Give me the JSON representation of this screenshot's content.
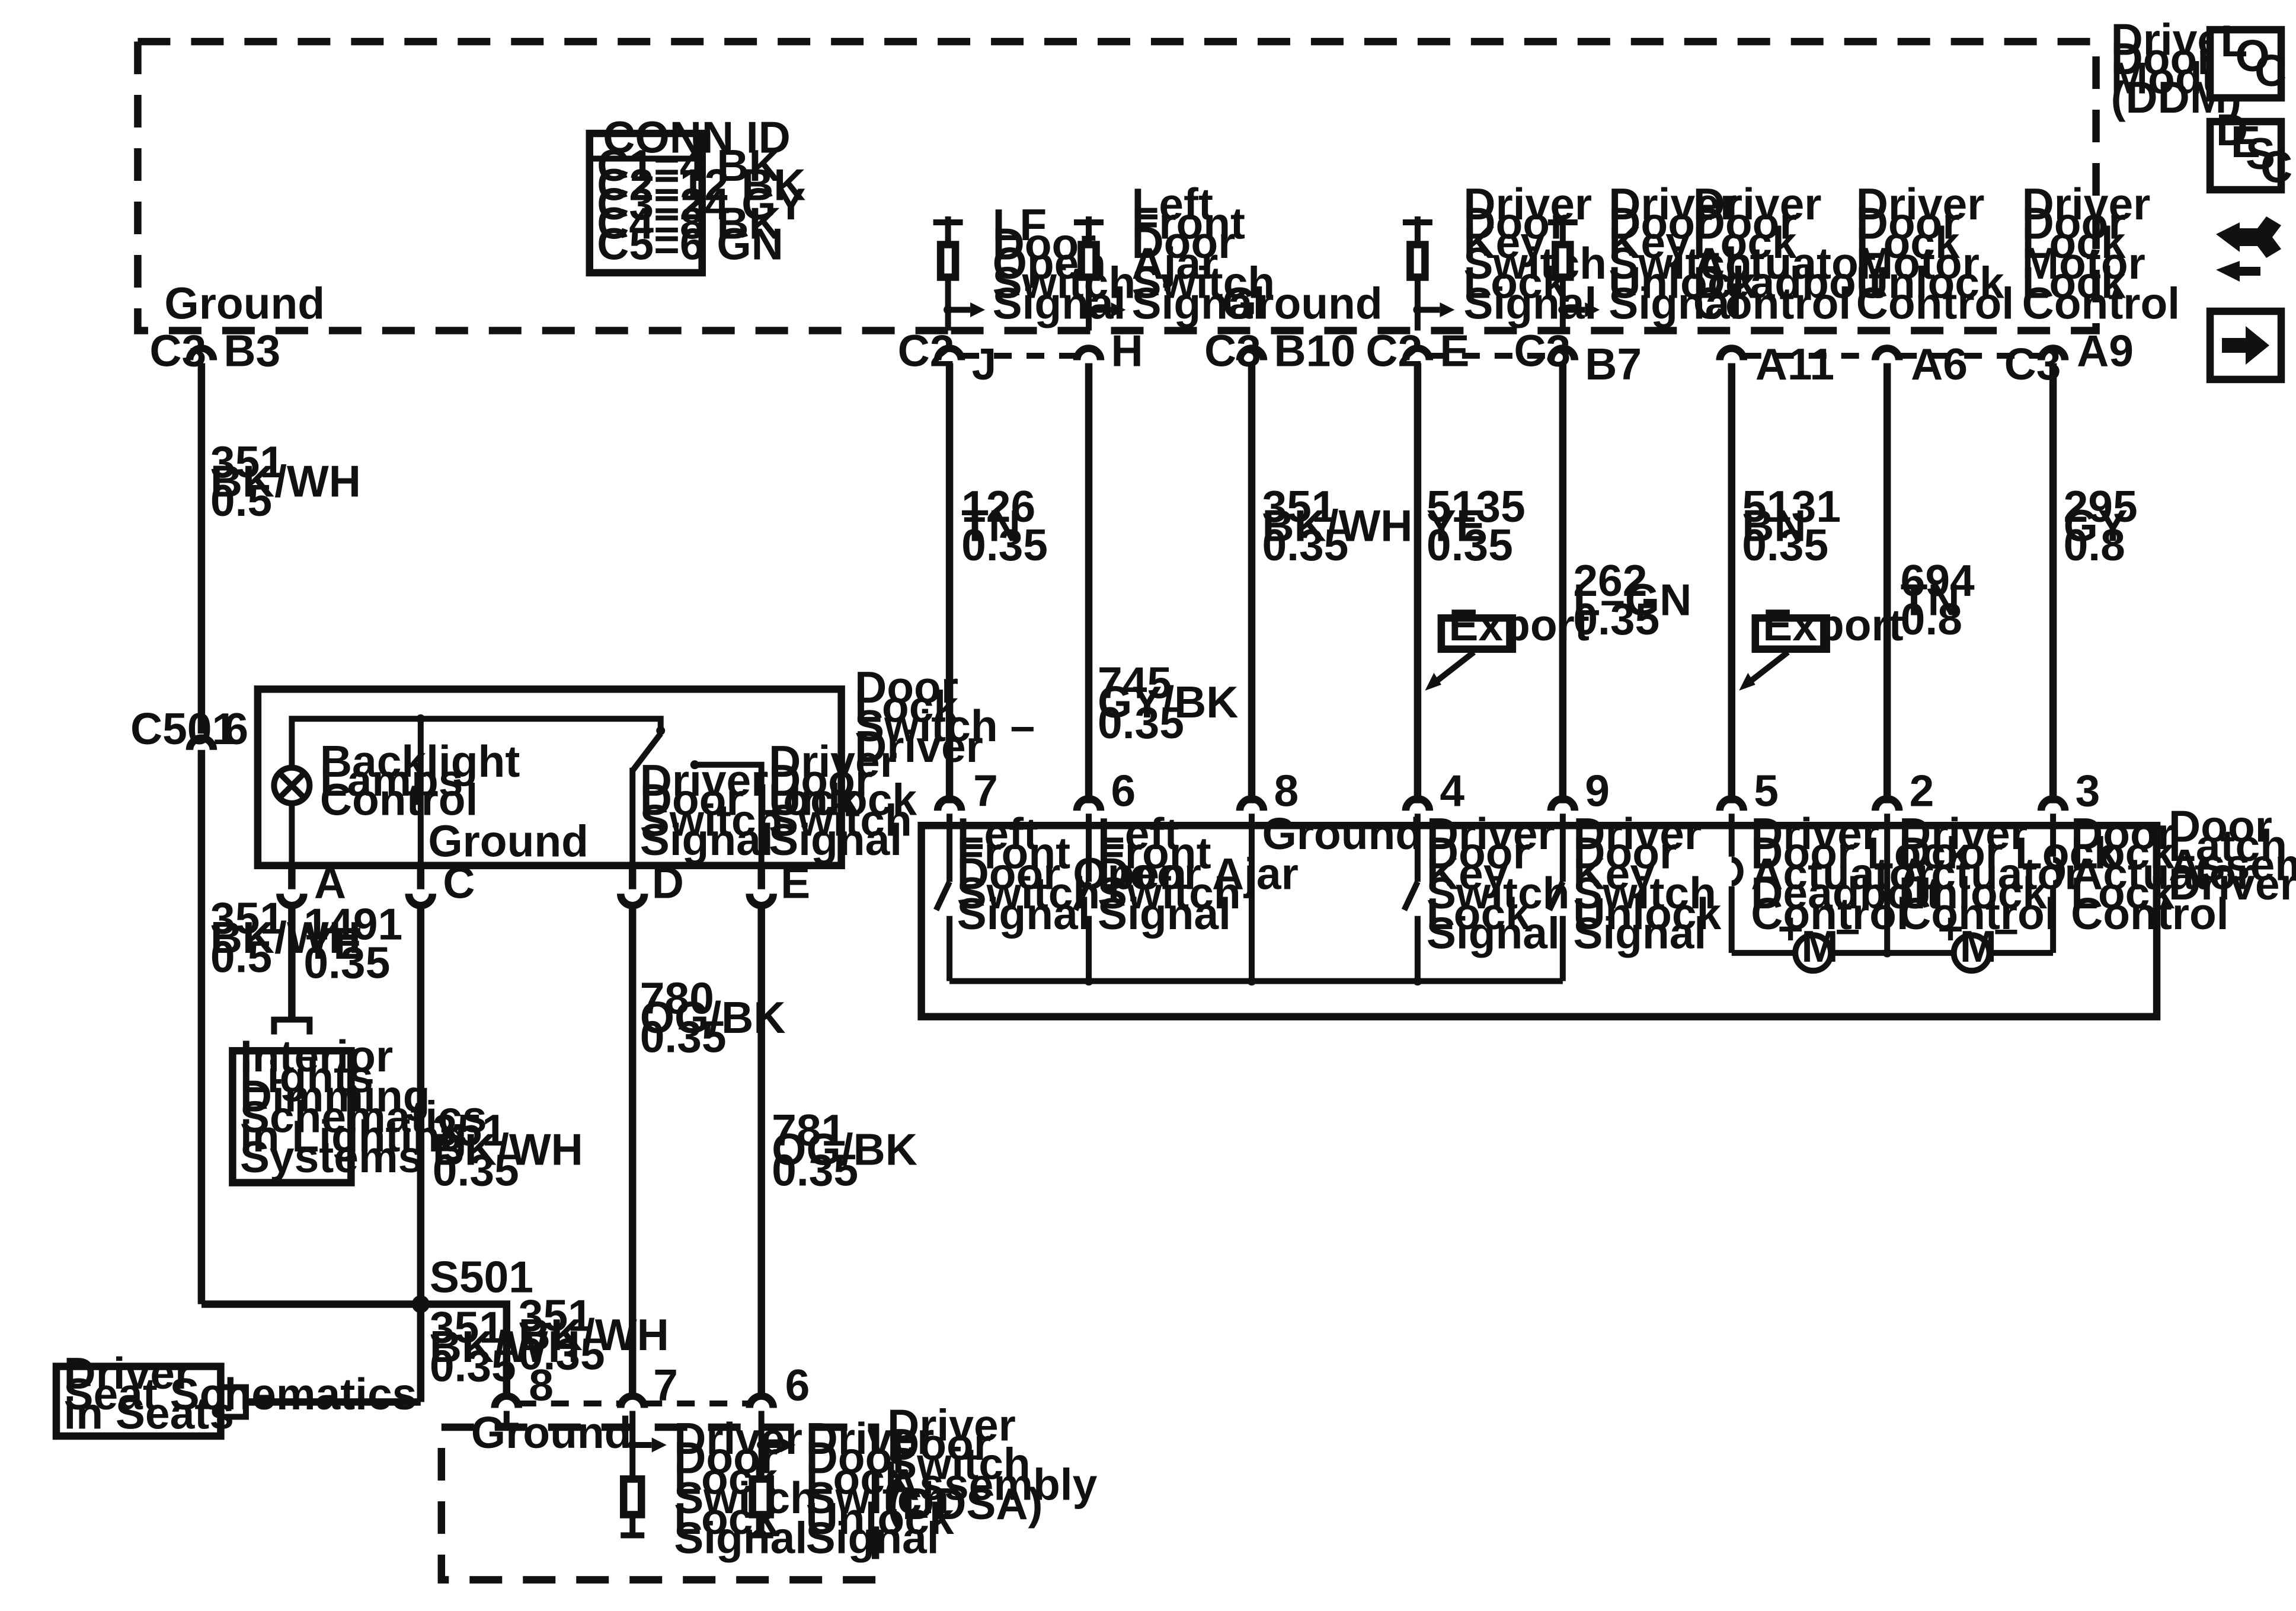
{
  "modules": {
    "ddm": [
      "Driver",
      "Door",
      "Module",
      "(DDM)"
    ],
    "door_lock_switch": [
      "Door",
      "Lock",
      "Switch –",
      "Driver"
    ],
    "door_latch": [
      "Door",
      "Latch",
      "Assembly –",
      "Driver"
    ],
    "ddsa": [
      "Driver",
      "Door",
      "Switch",
      "Assembly",
      "(DDSA)"
    ]
  },
  "conn_id": {
    "title": "CONN ID",
    "lines": [
      "C1=4 BK",
      "C2=12 BK",
      "C3=24 GY",
      "C4=8 BK",
      "C5=6 GN"
    ]
  },
  "side_icons": {
    "loc": [
      "L",
      "O",
      "C"
    ],
    "desc": [
      "D",
      "E",
      "S",
      "C"
    ],
    "icon_names": [
      "loc-icon",
      "desc-icon",
      "wiring-connector-icon",
      "next-arrow-icon"
    ]
  },
  "ddm_signals": {
    "ground": "Ground",
    "lf_door_open": [
      "LF",
      "Door",
      "Open",
      "Switch",
      "Signal"
    ],
    "left_front_ajar": [
      "Left",
      "Front",
      "Door",
      "Ajar",
      "Switch",
      "Signal"
    ],
    "ground2": "Ground",
    "key_lock": [
      "Driver",
      "Door",
      "Key",
      "Switch",
      "Lock",
      "Signal"
    ],
    "key_unlock": [
      "Driver",
      "Door",
      "Key",
      "Switch",
      "Unlock",
      "Signal"
    ],
    "deadbolt": [
      "Driver",
      "Door",
      "Lock",
      "Actuator",
      "Deadbolt",
      "Control"
    ],
    "motor_unlock": [
      "Driver",
      "Door",
      "Lock",
      "Motor",
      "Unlock",
      "Control"
    ],
    "motor_lock": [
      "Driver",
      "Door",
      "Lock",
      "Motor",
      "Lock",
      "Control"
    ]
  },
  "ddm_pins": {
    "ground": {
      "conn": "C3",
      "pin": "B3"
    },
    "lf_open": {
      "conn": "C2",
      "pin": "J"
    },
    "ajar": {
      "pin": "H"
    },
    "ground2": {
      "conn": "C3",
      "pin": "B10"
    },
    "key_lock": {
      "conn": "C2",
      "pin": "E"
    },
    "key_unlock": {
      "conn": "C3",
      "pin": "B7"
    },
    "deadbolt": {
      "pin": "A11"
    },
    "motor_unlock": {
      "pin": "A6"
    },
    "motor_lock": {
      "conn": "C3",
      "pin": "A9"
    }
  },
  "wires": {
    "w1": [
      "351",
      "BK/WH",
      "0.5"
    ],
    "w2": [
      "126",
      "TN",
      "0.35"
    ],
    "w3": [
      "745",
      "GY/BK",
      "0.35"
    ],
    "w4": [
      "351",
      "BK/WH",
      "0.35"
    ],
    "w5": [
      "5135",
      "YE",
      "0.35"
    ],
    "w6": [
      "262",
      "L–GN",
      "0.35"
    ],
    "w7": [
      "5131",
      "BN",
      "0.35"
    ],
    "w8": [
      "694",
      "TN",
      "0.8"
    ],
    "w9": [
      "295",
      "GY",
      "0.8"
    ],
    "w10": [
      "351",
      "BK/WH",
      "0.5"
    ],
    "w11": [
      "1491",
      "YE",
      "0.35"
    ],
    "w12": [
      "351",
      "BK/WH",
      "0.35"
    ],
    "w13": [
      "780",
      "OG/BK",
      "0.35"
    ],
    "w14": [
      "781",
      "OG/BK",
      "0.35"
    ],
    "w15": [
      "351",
      "BK/WH",
      "0.35"
    ],
    "w16": [
      "351",
      "BK/WH",
      "0.35"
    ]
  },
  "export": "Export",
  "c501": {
    "conn": "C501",
    "pin": "6"
  },
  "splice": "S501",
  "switch_labels": {
    "backlight": [
      "Backlight",
      "Lamps",
      "Control"
    ],
    "ground": "Ground",
    "lock": [
      "Driver",
      "Door Lock",
      "Switch",
      "Signal"
    ],
    "unlock": [
      "Driver",
      "Door",
      "Unlock",
      "Switch",
      "Signal"
    ]
  },
  "switch_pins": [
    "A",
    "C",
    "D",
    "E"
  ],
  "interior_ref": [
    "Interior",
    "Lights",
    "Dimming",
    "Schematics",
    "in Lighting",
    "Systems"
  ],
  "seat_ref": [
    "Driver",
    "Seat Schematics",
    "in Seats"
  ],
  "latch_pins": [
    "7",
    "6",
    "8",
    "4",
    "9",
    "5",
    "2",
    "3"
  ],
  "latch_labels": {
    "p7": [
      "Left",
      "Front",
      "Door Open",
      "Switch",
      "Signal"
    ],
    "p6": [
      "Left",
      "Front",
      "Door Ajar",
      "Switch",
      "Signal"
    ],
    "p8": "Ground",
    "p4": [
      "Driver",
      "Door",
      "Key",
      "Switch",
      "Lock",
      "Signal"
    ],
    "p9": [
      "Driver",
      "Door",
      "Key",
      "Switch",
      "Unlock",
      "Signal"
    ],
    "p5": [
      "Driver",
      "Door Lock",
      "Actuator",
      "Deadbolt",
      "Control"
    ],
    "p2": [
      "Driver",
      "Door Lock",
      "Actuator",
      "Unlock",
      "Control"
    ],
    "p3": [
      "Door",
      "Lock",
      "Actuator",
      "Lock",
      "Control"
    ]
  },
  "motor": "M",
  "polarity": {
    "plus": "+",
    "minus": "–"
  },
  "ddsa_pins": [
    "8",
    "7",
    "6"
  ],
  "ddsa_labels": {
    "ground": "Ground",
    "lock": [
      "Driver",
      "Door",
      "Lock",
      "Switch",
      "Lock",
      "Signal"
    ],
    "unlock": [
      "Driver",
      "Door",
      "Lock",
      "Switch",
      "Unlock",
      "Signal"
    ]
  }
}
